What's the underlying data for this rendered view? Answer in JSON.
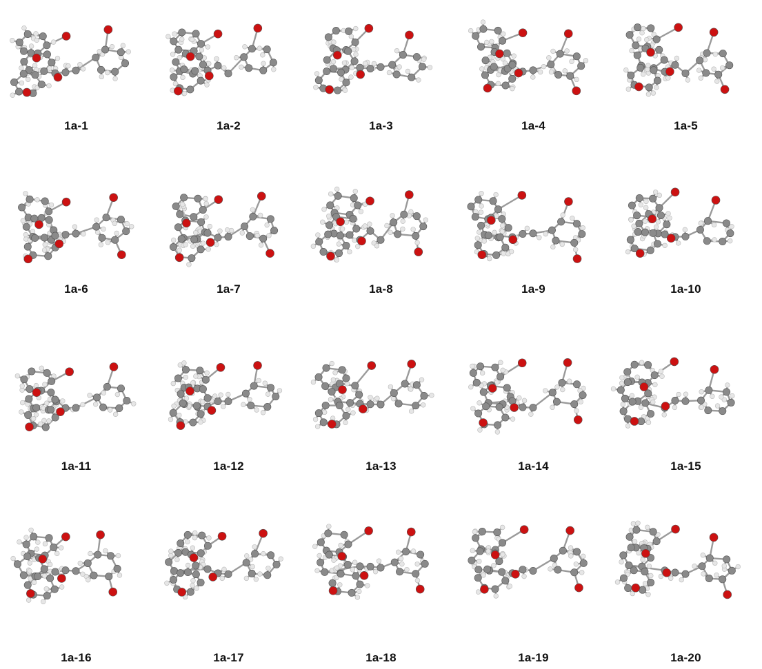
{
  "figure": {
    "labels": [
      "1a-1",
      "1a-2",
      "1a-3",
      "1a-4",
      "1a-5",
      "1a-6",
      "1a-7",
      "1a-8",
      "1a-9",
      "1a-10",
      "1a-11",
      "1a-12",
      "1a-13",
      "1a-14",
      "1a-15",
      "1a-16",
      "1a-17",
      "1a-18",
      "1a-19",
      "1a-20"
    ],
    "columns": 5,
    "rows": 4,
    "atom_colors": {
      "carbon": "#8a8a8a",
      "oxygen": "#cc1111",
      "hydrogen": "#e6e6e6",
      "bond": "#9a9a9a"
    }
  }
}
